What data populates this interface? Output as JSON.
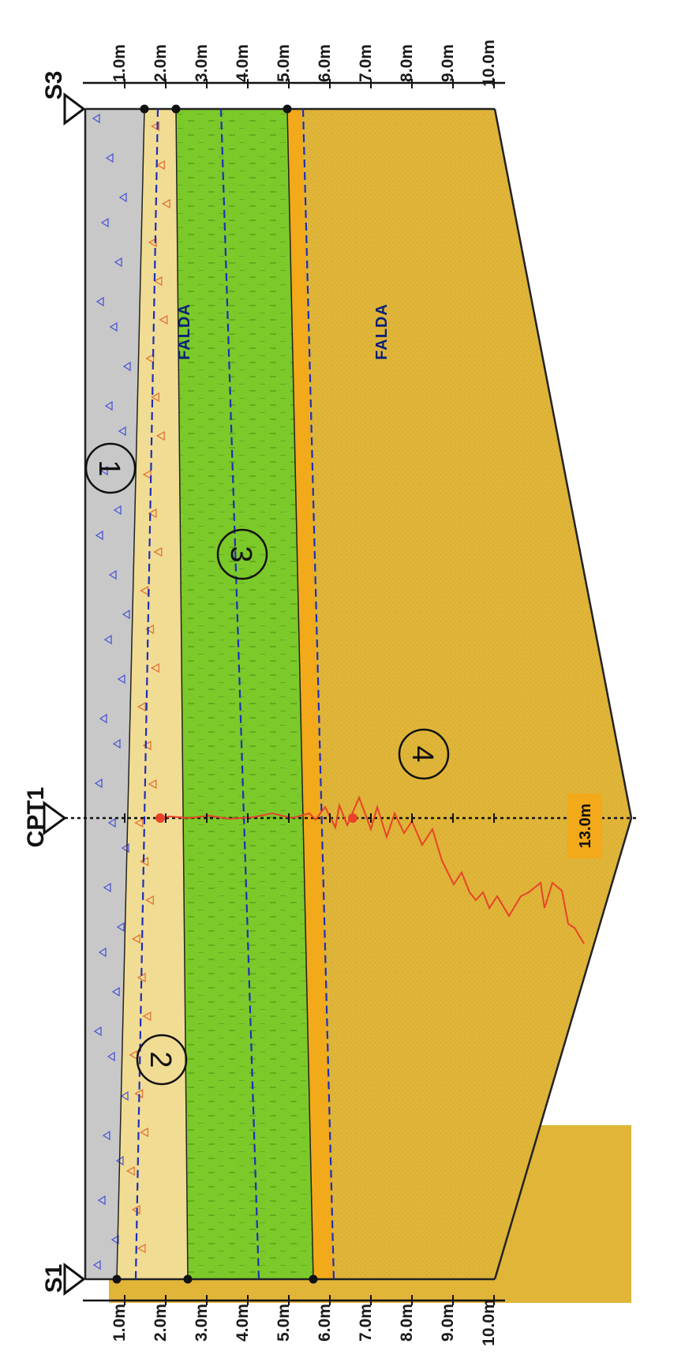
{
  "boreholes": [
    {
      "id": "s1",
      "label": "S1"
    },
    {
      "id": "cpt1",
      "label": "CPT1"
    },
    {
      "id": "s3",
      "label": "S3"
    }
  ],
  "depth_axis": {
    "ticks": [
      "1.0m",
      "2.0m",
      "3.0m",
      "4.0m",
      "5.0m",
      "6.0m",
      "7.0m",
      "8.0m",
      "9.0m",
      "10.0m"
    ]
  },
  "layers": [
    {
      "number": "1",
      "color": "#c8c8c8"
    },
    {
      "number": "2",
      "color": "#f1dc93"
    },
    {
      "number": "3",
      "color": "#7cc92a"
    },
    {
      "number": "4",
      "color": "#e0b538"
    }
  ],
  "water_table_label": "FALDA",
  "cpt_depth_label": "13.0m",
  "colors": {
    "water_line": "#1f2fb8",
    "cpt_line": "#e8432a",
    "sand_band": "#f2a91a",
    "contour": "#222222"
  }
}
